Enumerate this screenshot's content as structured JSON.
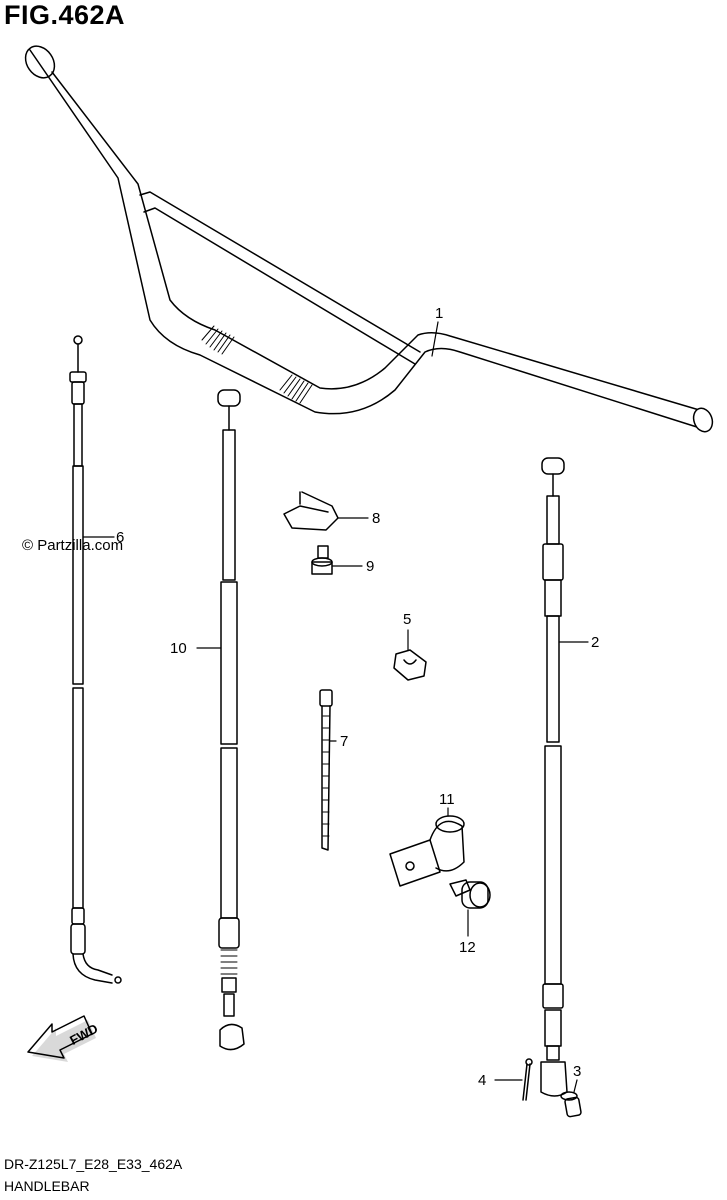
{
  "figure": {
    "title": "FIG.462A",
    "model_code": "DR-Z125L7_E28_E33_462A",
    "section_name": "HANDLEBAR",
    "watermark": "© Partzilla.com",
    "direction_label": "FWD"
  },
  "parts": [
    {
      "ref": "1",
      "part": "handlebar"
    },
    {
      "ref": "2",
      "part": "clutch-cable"
    },
    {
      "ref": "3",
      "part": "cable-end-pin"
    },
    {
      "ref": "4",
      "part": "cotter-pin"
    },
    {
      "ref": "5",
      "part": "cable-clamp"
    },
    {
      "ref": "6",
      "part": "throttle-cable"
    },
    {
      "ref": "7",
      "part": "cable-tie"
    },
    {
      "ref": "8",
      "part": "wire-guide"
    },
    {
      "ref": "9",
      "part": "bolt"
    },
    {
      "ref": "10",
      "part": "cable"
    },
    {
      "ref": "11",
      "part": "clamp-bracket"
    },
    {
      "ref": "12",
      "part": "bolt"
    }
  ]
}
